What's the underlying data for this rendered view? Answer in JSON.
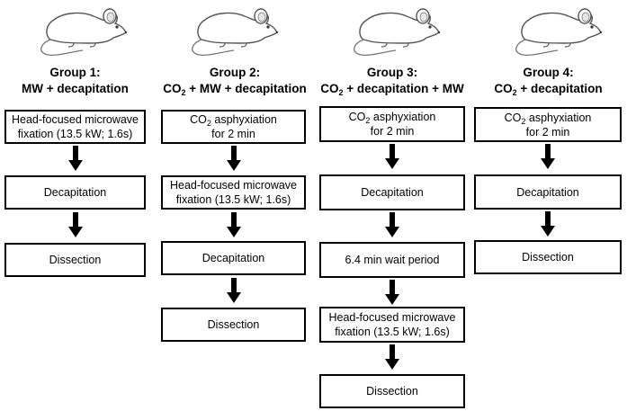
{
  "groups": [
    {
      "title_line1": "Group 1:",
      "title_line2_prefix": "MW + decapitation",
      "steps": [
        {
          "line1": "Head-focused microwave",
          "line2": "fixation (13.5 kW; 1.6s)"
        },
        {
          "line1": "Decapitation"
        },
        {
          "line1": "Dissection"
        }
      ]
    },
    {
      "title_line1": "Group 2:",
      "title_line2_prefix": "CO",
      "title_line2_sub": "2",
      "title_line2_suffix": " + MW + decapitation",
      "steps": [
        {
          "line1_prefix": "CO",
          "line1_sub": "2",
          "line1_suffix": " asphyxiation",
          "line2": "for 2 min"
        },
        {
          "line1": "Head-focused microwave",
          "line2": "fixation (13.5 kW; 1.6s)"
        },
        {
          "line1": "Decapitation"
        },
        {
          "line1": "Dissection"
        }
      ]
    },
    {
      "title_line1": "Group 3:",
      "title_line2_prefix": "CO",
      "title_line2_sub": "2",
      "title_line2_suffix": " + decapitation + MW",
      "steps": [
        {
          "line1_prefix": "CO",
          "line1_sub": "2",
          "line1_suffix": " asphyxiation",
          "line2": "for 2 min"
        },
        {
          "line1": "Decapitation"
        },
        {
          "line1": "6.4 min wait period"
        },
        {
          "line1": "Head-focused microwave",
          "line2": "fixation (13.5 kW; 1.6s)"
        },
        {
          "line1": "Dissection"
        }
      ]
    },
    {
      "title_line1": "Group 4:",
      "title_line2_prefix": "CO",
      "title_line2_sub": "2",
      "title_line2_suffix": " + decapitation",
      "steps": [
        {
          "line1_prefix": "CO",
          "line1_sub": "2",
          "line1_suffix": " asphyxiation",
          "line2": "for 2 min"
        },
        {
          "line1": "Decapitation"
        },
        {
          "line1": "Dissection"
        }
      ]
    }
  ]
}
